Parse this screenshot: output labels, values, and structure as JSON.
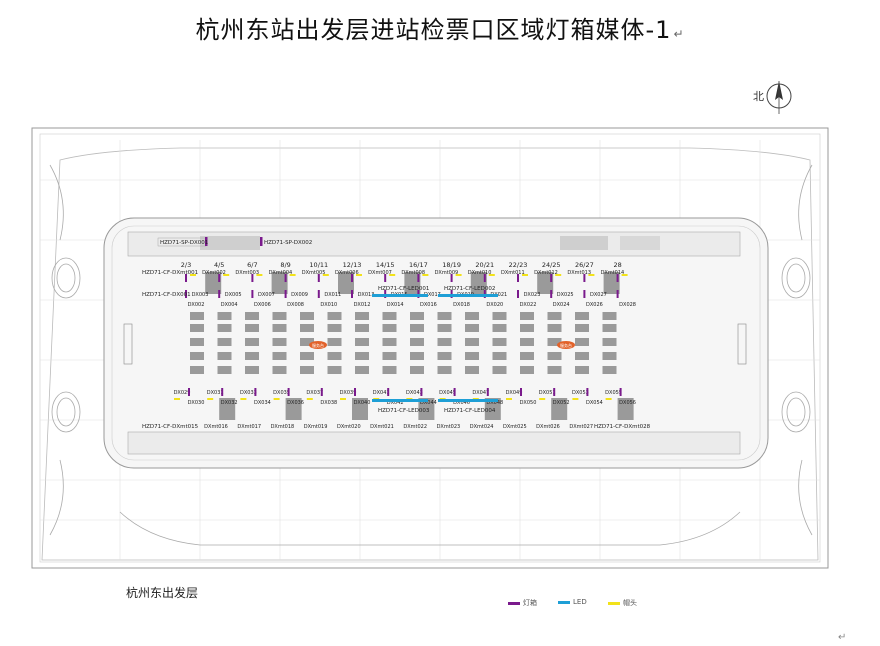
{
  "title": "杭州东站出发层进站检票口区域灯箱媒体-1",
  "north_label": "北",
  "floor_label": "杭州东出发层",
  "legend": [
    {
      "label": "灯箱",
      "color": "#7a1a8c"
    },
    {
      "label": "LED",
      "color": "#1e9fd6"
    },
    {
      "label": "帽头",
      "color": "#f2e21a"
    }
  ],
  "gate_labels": [
    "2/3",
    "4/5",
    "6/7",
    "8/9",
    "10/11",
    "12/13",
    "14/15",
    "16/17",
    "18/19",
    "20/21",
    "22/23",
    "24/25",
    "26/27",
    "28"
  ],
  "callouts": {
    "top_left_1": "HZD71-SP-DX001",
    "top_left_2": "HZD71-SP-DX002",
    "upper_row_left": "HZD71-CF-DXmt001",
    "upper_row_left2": "HZD71-CF-DX001",
    "upper_led_1": "HZD71-CF-LED001",
    "upper_led_2": "HZD71-CF-LED002",
    "lower_led_1": "HZD71-CF-LED003",
    "lower_led_2": "HZD71-CF-LED004",
    "lower_row_left": "HZD71-CF-DXmt015",
    "lower_row_right": "HZD71-CF-DXmt028"
  },
  "upper_mt": [
    "DXmt002",
    "DXmt003",
    "DXmt004",
    "DXmt005",
    "DXmt006",
    "DXmt007",
    "DXmt008",
    "DXmt009",
    "DXmt010",
    "DXmt011",
    "DXmt012",
    "DXmt013",
    "DXmt014"
  ],
  "upper_dx": [
    "DX002",
    "DX004",
    "DX006",
    "DX008",
    "DX010",
    "DX012",
    "DX014",
    "DX016",
    "DX018",
    "DX020",
    "DX022",
    "DX024",
    "DX026",
    "DX028"
  ],
  "upper_dx_odd": [
    "DX003",
    "DX005",
    "DX007",
    "DX009",
    "DX011",
    "DX013",
    "DX015",
    "DX017",
    "DX019",
    "DX021",
    "DX023",
    "DX025",
    "DX027"
  ],
  "lower_dx_top": [
    "DX029",
    "DX031",
    "DX033",
    "DX035",
    "DX037",
    "DX039",
    "DX041",
    "DX043",
    "DX045",
    "DX047",
    "DX049",
    "DX051",
    "DX053",
    "DX055"
  ],
  "lower_dx_mid": [
    "DX030",
    "DX032",
    "DX034",
    "DX036",
    "DX038",
    "DX040",
    "DX042",
    "DX044",
    "DX046",
    "DX048",
    "DX050",
    "DX052",
    "DX054",
    "DX056"
  ],
  "lower_mt": [
    "DXmt016",
    "DXmt017",
    "DXmt018",
    "DXmt019",
    "DXmt020",
    "DXmt021",
    "DXmt022",
    "DXmt023",
    "DXmt024",
    "DXmt025",
    "DXmt026",
    "DXmt027"
  ],
  "info_desk_1": "服务台",
  "info_desk_2": "服务台"
}
